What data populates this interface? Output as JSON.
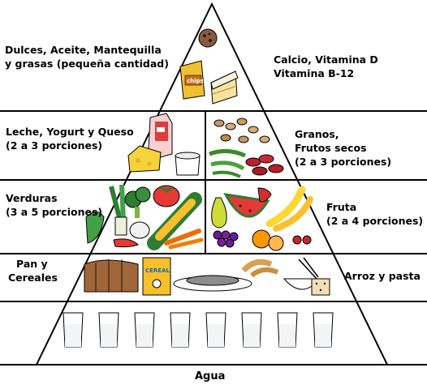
{
  "levels": {
    "top": {
      "left_line1": "Dulces, Aceite, Mantequilla",
      "left_line2": "y grasas (pequeña cantidad)",
      "right_line1": "Calcio, Vitamina D",
      "right_line2": "Vitamina B-12",
      "chips_text": "chips"
    },
    "dairy": {
      "left_line1": "Leche, Yogurt y Queso",
      "left_line2": "(2 a 3 porciones)"
    },
    "grains_nuts": {
      "right_line1": "Granos,",
      "right_line2": "Frutos secos",
      "right_line3": "(2 a 3 porciones)"
    },
    "vegetables": {
      "left_line1": "Verduras",
      "left_line2": "(3 a 5 porciones)"
    },
    "fruit": {
      "right_line1": "Fruta",
      "right_line2": "(2 a 4 porciones)"
    },
    "bread": {
      "left_line1": "Pan y",
      "left_line2": "Cereales",
      "right_line1": "Arroz y pasta",
      "cereal_text": "CEREAL"
    },
    "water": {
      "bottom_label": "Agua",
      "glass_count": 8
    }
  },
  "colors": {
    "outline": "#000000",
    "background": "#ffffff"
  }
}
